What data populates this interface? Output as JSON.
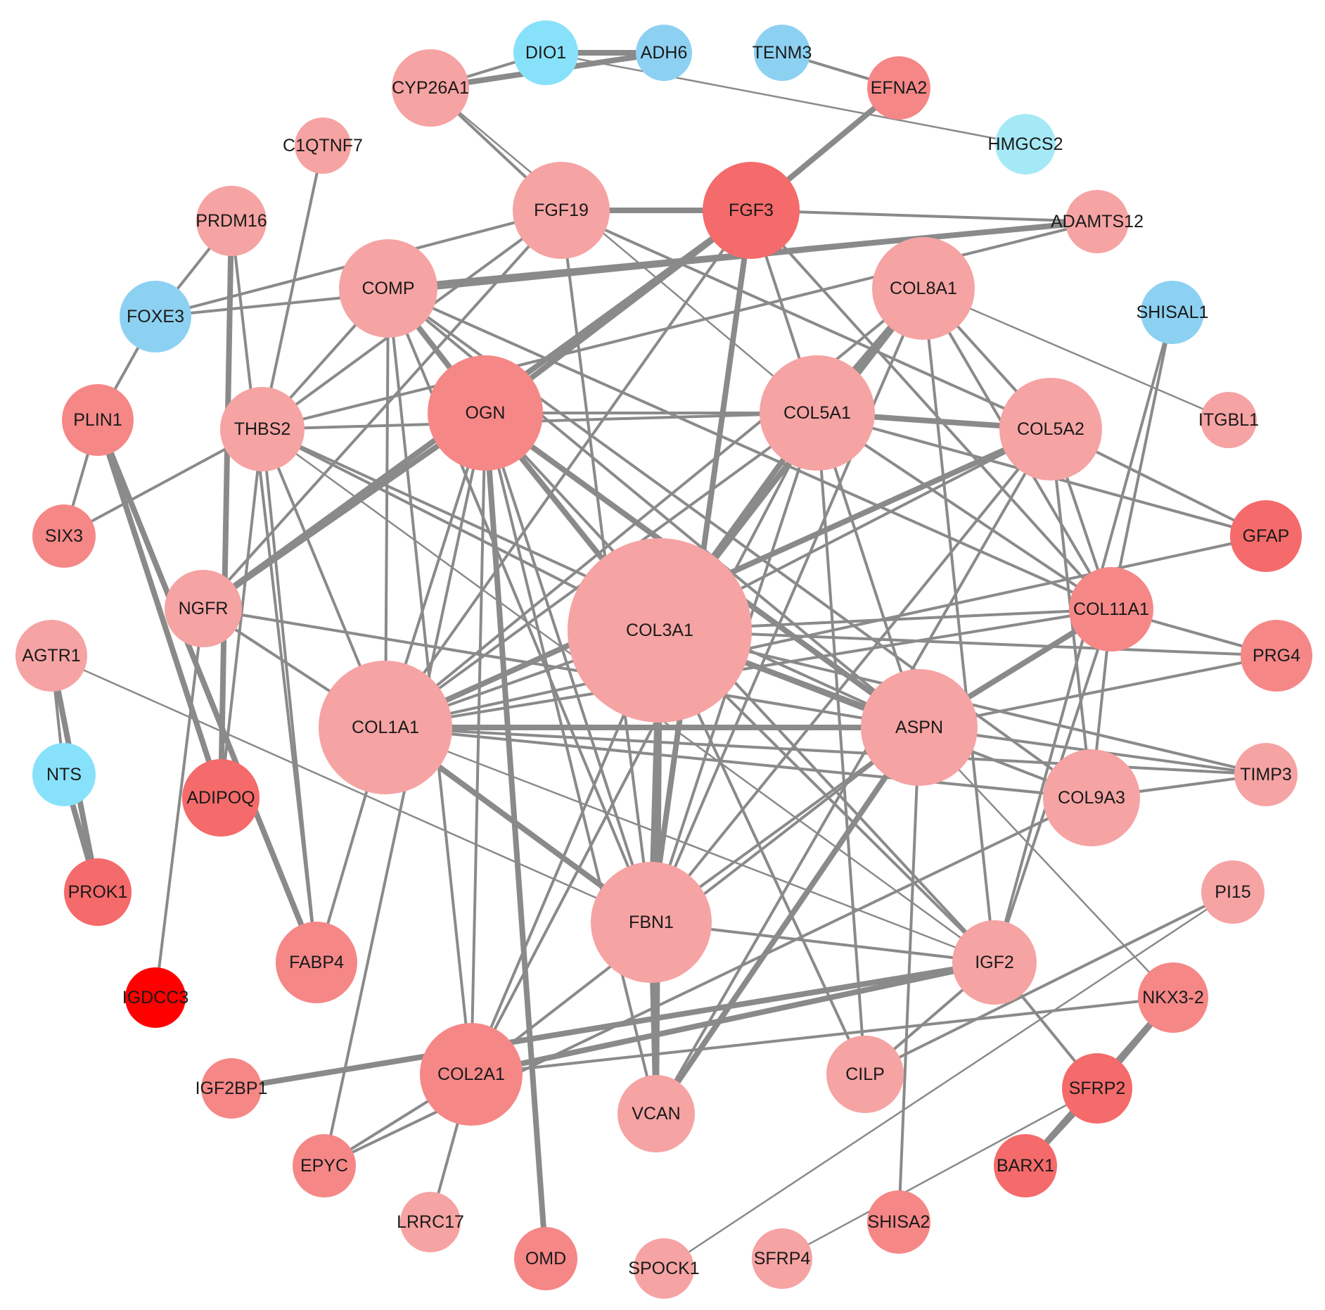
{
  "network": {
    "colors": {
      "edge": "#8a8a8a",
      "label": "#1a1a1a",
      "up_light": "#f6a3a3",
      "up_mid": "#f68787",
      "up_strong": "#f56a6a",
      "up_max": "#ff0000",
      "down_light": "#a6e9f6",
      "down_mid": "#8dd1f2",
      "down_cyan": "#88e1fa"
    },
    "nodes": [
      {
        "id": "DIO1",
        "color": "#88e1fa"
      },
      {
        "id": "ADH6",
        "color": "#8dd1f2"
      },
      {
        "id": "TENM3",
        "color": "#8dd1f2"
      },
      {
        "id": "EFNA2",
        "color": "#f68787"
      },
      {
        "id": "HMGCS2",
        "color": "#a6e9f6"
      },
      {
        "id": "CYP26A1",
        "color": "#f6a3a3"
      },
      {
        "id": "C1QTNF7",
        "color": "#f6a3a3"
      },
      {
        "id": "FGF19",
        "color": "#f6a3a3"
      },
      {
        "id": "FGF3",
        "color": "#f56a6a"
      },
      {
        "id": "ADAMTS12",
        "color": "#f6a3a3"
      },
      {
        "id": "PRDM16",
        "color": "#f6a3a3"
      },
      {
        "id": "COMP",
        "color": "#f6a3a3"
      },
      {
        "id": "COL8A1",
        "color": "#f6a3a3"
      },
      {
        "id": "SHISAL1",
        "color": "#8dd1f2"
      },
      {
        "id": "FOXE3",
        "color": "#8dd1f2"
      },
      {
        "id": "ITGBL1",
        "color": "#f6a3a3"
      },
      {
        "id": "PLIN1",
        "color": "#f68787"
      },
      {
        "id": "THBS2",
        "color": "#f6a3a3"
      },
      {
        "id": "OGN",
        "color": "#f68787"
      },
      {
        "id": "COL5A1",
        "color": "#f6a3a3"
      },
      {
        "id": "COL5A2",
        "color": "#f6a3a3"
      },
      {
        "id": "SIX3",
        "color": "#f68787"
      },
      {
        "id": "GFAP",
        "color": "#f56a6a"
      },
      {
        "id": "NGFR",
        "color": "#f6a3a3"
      },
      {
        "id": "COL3A1",
        "color": "#f6a3a3"
      },
      {
        "id": "COL11A1",
        "color": "#f68787"
      },
      {
        "id": "AGTR1",
        "color": "#f6a3a3"
      },
      {
        "id": "PRG4",
        "color": "#f68787"
      },
      {
        "id": "COL1A1",
        "color": "#f6a3a3"
      },
      {
        "id": "ASPN",
        "color": "#f6a3a3"
      },
      {
        "id": "NTS",
        "color": "#88e1fa"
      },
      {
        "id": "ADIPOQ",
        "color": "#f56a6a"
      },
      {
        "id": "TIMP3",
        "color": "#f6a3a3"
      },
      {
        "id": "COL9A3",
        "color": "#f6a3a3"
      },
      {
        "id": "PROK1",
        "color": "#f56a6a"
      },
      {
        "id": "PI15",
        "color": "#f6a3a3"
      },
      {
        "id": "FBN1",
        "color": "#f6a3a3"
      },
      {
        "id": "FABP4",
        "color": "#f68787"
      },
      {
        "id": "IGF2",
        "color": "#f6a3a3"
      },
      {
        "id": "IGDCC3",
        "color": "#ff0000"
      },
      {
        "id": "NKX3-2",
        "color": "#f68787"
      },
      {
        "id": "COL2A1",
        "color": "#f68787"
      },
      {
        "id": "CILP",
        "color": "#f6a3a3"
      },
      {
        "id": "SFRP2",
        "color": "#f56a6a"
      },
      {
        "id": "IGF2BP1",
        "color": "#f68787"
      },
      {
        "id": "VCAN",
        "color": "#f6a3a3"
      },
      {
        "id": "EPYC",
        "color": "#f68787"
      },
      {
        "id": "BARX1",
        "color": "#f56a6a"
      },
      {
        "id": "LRRC17",
        "color": "#f6a3a3"
      },
      {
        "id": "OMD",
        "color": "#f68787"
      },
      {
        "id": "SHISA2",
        "color": "#f68787"
      },
      {
        "id": "SFRP4",
        "color": "#f6a3a3"
      },
      {
        "id": "SPOCK1",
        "color": "#f6a3a3"
      }
    ],
    "edges": [
      [
        "DIO1",
        "ADH6"
      ],
      [
        "DIO1",
        "CYP26A1"
      ],
      [
        "DIO1",
        "HMGCS2"
      ],
      [
        "CYP26A1",
        "ADH6"
      ],
      [
        "TENM3",
        "EFNA2"
      ],
      [
        "EFNA2",
        "FGF3"
      ],
      [
        "CYP26A1",
        "FGF19"
      ],
      [
        "CYP26A1",
        "COL5A1"
      ],
      [
        "C1QTNF7",
        "THBS2"
      ],
      [
        "FGF19",
        "FGF3"
      ],
      [
        "FGF19",
        "FOXE3"
      ],
      [
        "FGF19",
        "THBS2"
      ],
      [
        "FGF19",
        "NGFR"
      ],
      [
        "FGF19",
        "FBN1"
      ],
      [
        "FGF19",
        "COL5A2"
      ],
      [
        "FGF3",
        "OGN"
      ],
      [
        "FGF3",
        "NGFR"
      ],
      [
        "FGF3",
        "COL1A1"
      ],
      [
        "FGF3",
        "FBN1"
      ],
      [
        "FGF3",
        "ADAMTS12"
      ],
      [
        "FGF3",
        "COL5A1"
      ],
      [
        "FGF3",
        "COL11A1"
      ],
      [
        "ADAMTS12",
        "COMP"
      ],
      [
        "ADAMTS12",
        "FOXE3"
      ],
      [
        "ADAMTS12",
        "THBS2"
      ],
      [
        "PRDM16",
        "FOXE3"
      ],
      [
        "PRDM16",
        "ADIPOQ"
      ],
      [
        "PRDM16",
        "FABP4"
      ],
      [
        "FOXE3",
        "PLIN1"
      ],
      [
        "COMP",
        "OGN"
      ],
      [
        "COMP",
        "THBS2"
      ],
      [
        "COMP",
        "COL3A1"
      ],
      [
        "COMP",
        "ASPN"
      ],
      [
        "COMP",
        "COL9A3"
      ],
      [
        "COMP",
        "COL1A1"
      ],
      [
        "COMP",
        "COL11A1"
      ],
      [
        "COMP",
        "FBN1"
      ],
      [
        "COMP",
        "COL2A1"
      ],
      [
        "COL8A1",
        "COL5A1"
      ],
      [
        "COL8A1",
        "COL1A1"
      ],
      [
        "COL8A1",
        "COL3A1"
      ],
      [
        "COL8A1",
        "COL5A2"
      ],
      [
        "COL8A1",
        "ITGBL1"
      ],
      [
        "COL8A1",
        "IGF2"
      ],
      [
        "COL8A1",
        "FBN1"
      ],
      [
        "COL8A1",
        "COL11A1"
      ],
      [
        "SHISAL1",
        "COL11A1"
      ],
      [
        "SHISAL1",
        "IGF2"
      ],
      [
        "PLIN1",
        "SIX3"
      ],
      [
        "PLIN1",
        "ADIPOQ"
      ],
      [
        "PLIN1",
        "FABP4"
      ],
      [
        "THBS2",
        "COL3A1"
      ],
      [
        "THBS2",
        "COL1A1"
      ],
      [
        "THBS2",
        "ASPN"
      ],
      [
        "THBS2",
        "FABP4"
      ],
      [
        "THBS2",
        "SIX3"
      ],
      [
        "THBS2",
        "ADIPOQ"
      ],
      [
        "THBS2",
        "IGF2"
      ],
      [
        "THBS2",
        "COL5A1"
      ],
      [
        "OGN",
        "COL3A1"
      ],
      [
        "OGN",
        "COL1A1"
      ],
      [
        "OGN",
        "ASPN"
      ],
      [
        "OGN",
        "FBN1"
      ],
      [
        "OGN",
        "COL2A1"
      ],
      [
        "OGN",
        "OMD"
      ],
      [
        "OGN",
        "VCAN"
      ],
      [
        "OGN",
        "NGFR"
      ],
      [
        "OGN",
        "IGF2"
      ],
      [
        "OGN",
        "COL5A1"
      ],
      [
        "OGN",
        "EPYC"
      ],
      [
        "COL5A1",
        "COL5A2"
      ],
      [
        "COL5A1",
        "COL3A1"
      ],
      [
        "COL5A1",
        "COL1A1"
      ],
      [
        "COL5A1",
        "ASPN"
      ],
      [
        "COL5A1",
        "FBN1"
      ],
      [
        "COL5A1",
        "COL2A1"
      ],
      [
        "COL5A1",
        "GFAP"
      ],
      [
        "COL5A1",
        "CILP"
      ],
      [
        "COL5A1",
        "COL11A1"
      ],
      [
        "COL5A2",
        "COL3A1"
      ],
      [
        "COL5A2",
        "COL1A1"
      ],
      [
        "COL5A2",
        "FBN1"
      ],
      [
        "COL5A2",
        "COL11A1"
      ],
      [
        "COL5A2",
        "GFAP"
      ],
      [
        "COL5A2",
        "COL9A3"
      ],
      [
        "COL5A2",
        "VCAN"
      ],
      [
        "GFAP",
        "COL1A1"
      ],
      [
        "NGFR",
        "COL1A1"
      ],
      [
        "NGFR",
        "ASPN"
      ],
      [
        "NGFR",
        "IGDCC3"
      ],
      [
        "COL3A1",
        "COL1A1"
      ],
      [
        "COL3A1",
        "ASPN"
      ],
      [
        "COL3A1",
        "FBN1"
      ],
      [
        "COL3A1",
        "VCAN"
      ],
      [
        "COL3A1",
        "COL2A1"
      ],
      [
        "COL3A1",
        "TIMP3"
      ],
      [
        "COL3A1",
        "PRG4"
      ],
      [
        "COL3A1",
        "COL9A3"
      ],
      [
        "COL3A1",
        "IGF2"
      ],
      [
        "COL3A1",
        "COL11A1"
      ],
      [
        "COL3A1",
        "CILP"
      ],
      [
        "COL11A1",
        "ASPN"
      ],
      [
        "COL11A1",
        "PRG4"
      ],
      [
        "COL11A1",
        "COL9A3"
      ],
      [
        "COL11A1",
        "IGF2"
      ],
      [
        "COL11A1",
        "COL1A1"
      ],
      [
        "AGTR1",
        "NTS"
      ],
      [
        "AGTR1",
        "PROK1"
      ],
      [
        "AGTR1",
        "FBN1"
      ],
      [
        "NTS",
        "PROK1"
      ],
      [
        "COL1A1",
        "ASPN"
      ],
      [
        "COL1A1",
        "FBN1"
      ],
      [
        "COL1A1",
        "TIMP3"
      ],
      [
        "COL1A1",
        "COL9A3"
      ],
      [
        "COL1A1",
        "IGF2"
      ],
      [
        "COL1A1",
        "FABP4"
      ],
      [
        "ASPN",
        "FBN1"
      ],
      [
        "ASPN",
        "COL2A1"
      ],
      [
        "ASPN",
        "VCAN"
      ],
      [
        "ASPN",
        "TIMP3"
      ],
      [
        "ASPN",
        "NKX3-2"
      ],
      [
        "ASPN",
        "SHISA2"
      ],
      [
        "PRG4",
        "ASPN"
      ],
      [
        "TIMP3",
        "COL9A3"
      ],
      [
        "COL9A3",
        "EPYC"
      ],
      [
        "FBN1",
        "VCAN"
      ],
      [
        "FBN1",
        "IGF2"
      ],
      [
        "IGF2",
        "COL2A1"
      ],
      [
        "IGF2",
        "IGF2BP1"
      ],
      [
        "IGF2",
        "SFRP2"
      ],
      [
        "IGF2",
        "CILP"
      ],
      [
        "NKX3-2",
        "COL2A1"
      ],
      [
        "NKX3-2",
        "SFRP2"
      ],
      [
        "NKX3-2",
        "BARX1"
      ],
      [
        "COL2A1",
        "LRRC17"
      ],
      [
        "COL2A1",
        "EPYC"
      ],
      [
        "PI15",
        "CILP"
      ],
      [
        "PI15",
        "SPOCK1"
      ],
      [
        "SFRP2",
        "BARX1"
      ],
      [
        "SFRP2",
        "SFRP4"
      ]
    ]
  }
}
